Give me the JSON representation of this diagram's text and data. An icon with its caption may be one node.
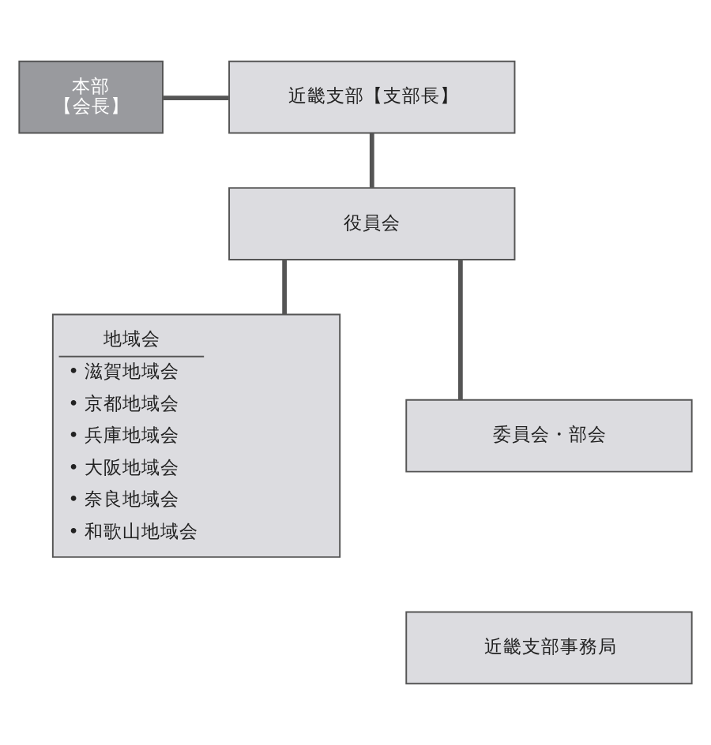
{
  "diagram": {
    "nodes": [
      {
        "text": [
          "本部",
          "【会長】"
        ]
      },
      {
        "text": [
          "近畿支部【支部長】"
        ]
      },
      {
        "text": [
          "役員会"
        ]
      },
      {
        "text": [
          "地域会",
          "• 滋賀地域会",
          "• 京都地域会",
          "• 兵庫地域会",
          "• 大阪地域会",
          "• 奈良地域会",
          "• 和歌山地域会"
        ]
      },
      {
        "text": [
          "委員会・部会"
        ]
      },
      {
        "text": [
          "近畿支部事務局"
        ]
      }
    ],
    "edges": [
      {
        "from": 0,
        "to": 1,
        "arrow": "none"
      },
      {
        "from": 1,
        "to": 2,
        "arrow": "none"
      },
      {
        "from": 2,
        "to": 3,
        "arrow": "none"
      },
      {
        "from": 2,
        "to": 4,
        "arrow": "none"
      }
    ]
  }
}
